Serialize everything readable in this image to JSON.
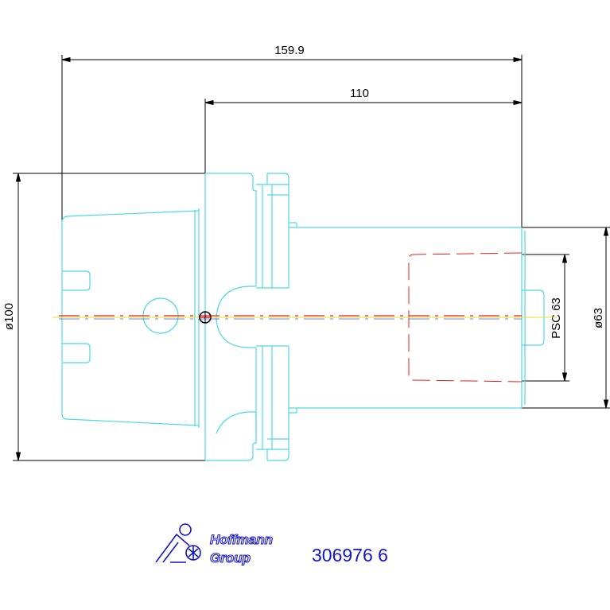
{
  "drawing": {
    "dimensions": {
      "overall_length": "159.9",
      "gauge_length": "110",
      "flange_diameter": "ø100",
      "body_diameter": "ø63",
      "interface": "PSC 63"
    },
    "brand": {
      "line1": "Hoffmann",
      "line2": "Group",
      "icon": "hoffmann-group-logo-icon"
    },
    "part_number": "306976 6"
  },
  "colors": {
    "outline": "#4fd8e6",
    "hidden": "#e02020",
    "center_yellow": "#e8e020",
    "dimension": "#000000",
    "brand_blue": "#1414c8"
  }
}
